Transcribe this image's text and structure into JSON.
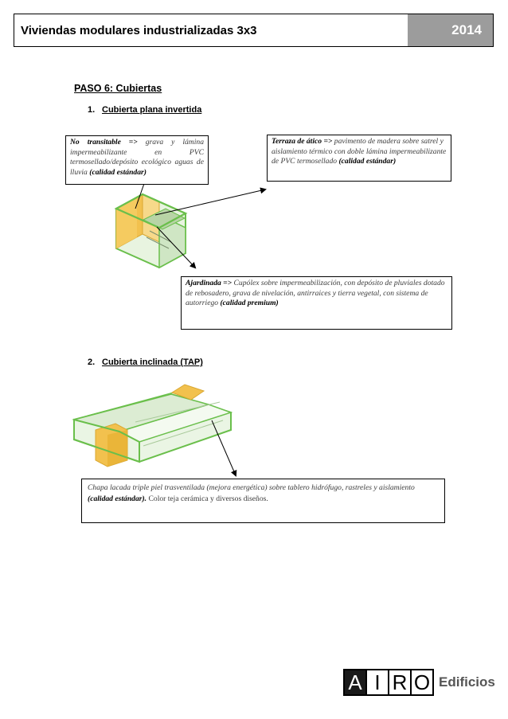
{
  "header": {
    "title": "Viviendas modulares industrializadas 3x3",
    "year": "2014"
  },
  "step_title": "PASO 6: Cubiertas",
  "subsections": [
    {
      "number": "1.",
      "label": "Cubierta plana invertida"
    },
    {
      "number": "2.",
      "label": "Cubierta inclinada (TAP)"
    }
  ],
  "callouts": {
    "no_transitable": {
      "lead": "No transitable =>",
      "text": " grava y lámina impermeabilizante en PVC termosellado/depósito ecológico aguas de lluvia ",
      "quality": "(calidad estándar)"
    },
    "terraza": {
      "lead": "Terraza de ático =>",
      "text": " pavimento de madera sobre satrel y aislamiento térmico con  doble lámina impermeabilizante de PVC termosellado ",
      "quality": "(calidad estándar)"
    },
    "ajardinada": {
      "lead": "Ajardinada =>",
      "text": " Cupólex sobre impermeabilización, con depósito de pluviales dotado de rebosadero, grava de nivelación, antirraices y tierra vegetal, con sistema de autorriego ",
      "quality": "(calidad premium)"
    },
    "chapa": {
      "text": "Chapa lacada triple piel trasventilada (mejora energética) sobre  tablero hidrófugo, rastreles y aislamiento ",
      "quality": "(calidad estándar).",
      "tail": " Color teja cerámica y diversos diseños."
    }
  },
  "logo": {
    "letters": [
      "A",
      "I",
      "R",
      "O"
    ],
    "word": "Edificios"
  },
  "colors": {
    "header_year_bg": "#9c9c9c",
    "module_green": "#6abf4b",
    "module_yellow": "#f2c14e"
  }
}
